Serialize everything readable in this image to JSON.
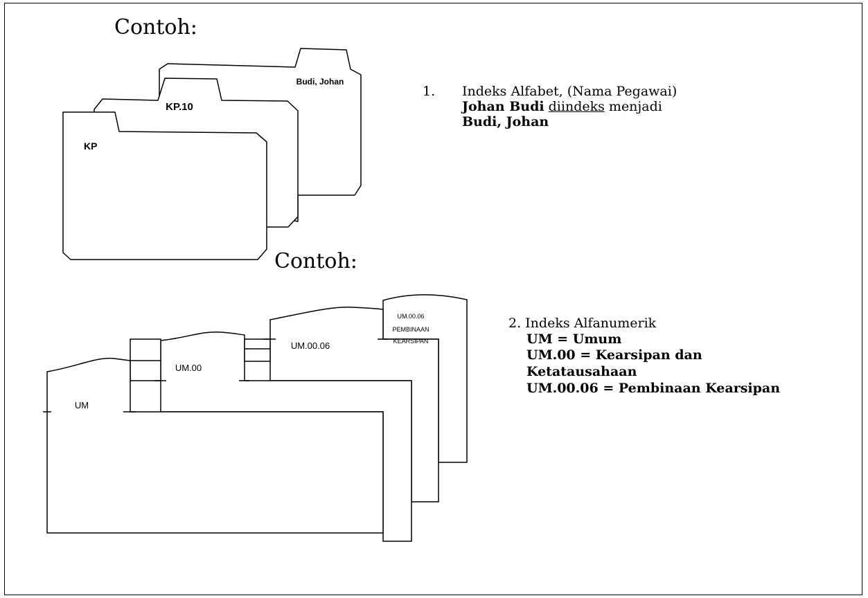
{
  "example_label_1": "Contoh:",
  "example_label_2": "Contoh:",
  "section1": {
    "number": "1.",
    "title": "Indeks Alfabet, (Nama Pegawai)",
    "name_original": "Johan Budi",
    "indexed_word": "diindeks",
    "becomes": "menjadi",
    "name_indexed": "Budi, Johan"
  },
  "folders1": {
    "back_tab": "Budi, Johan",
    "middle_tab": "KP.10",
    "front_tab": "KP"
  },
  "section2": {
    "heading": "2. Indeks Alfanumerik",
    "line1": "UM = Umum",
    "line2": "UM.00 = Kearsipan dan",
    "line3": "Ketatausahaan",
    "line4": "UM.00.06 = Pembinaan Kearsipan"
  },
  "folders2": {
    "folder1_tab": "UM",
    "folder2_tab": "UM.00",
    "folder3_tab": "UM.00.06",
    "folder4_tab_line1": "UM.00.06",
    "folder4_tab_line2": "PEMBINAAN",
    "folder4_tab_line3": "KEARSIPAN"
  }
}
